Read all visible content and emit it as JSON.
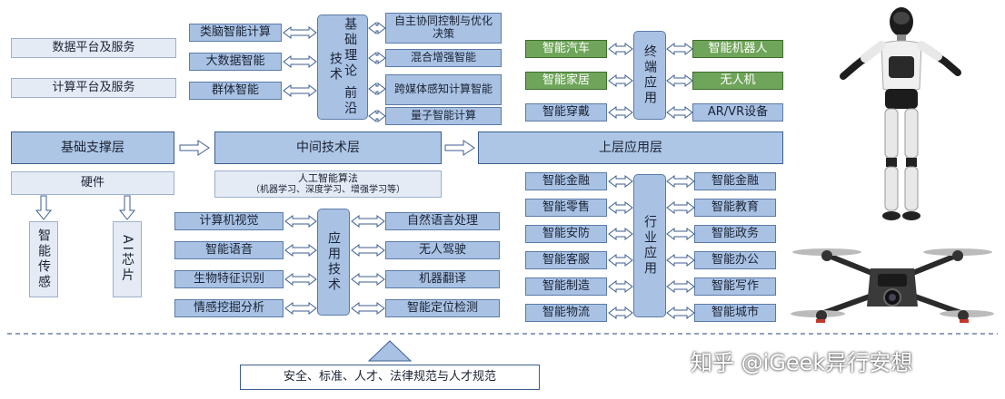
{
  "left": {
    "data_platform": "数据平台及服务",
    "compute_platform": "计算平台及服务",
    "foundation_layer": "基础支撑层",
    "hardware": "硬件",
    "smart_sensing": "智能传感",
    "ai_chip": "AI芯片"
  },
  "frontier": {
    "left_items": [
      "类脑智能计算",
      "大数据智能",
      "群体智能"
    ],
    "center": "基础理论 前沿技术",
    "right_items": [
      "自主协同控制与优化决策",
      "混合增强智能",
      "跨媒体感知计算智能",
      "量子智能计算"
    ]
  },
  "middle": {
    "layer": "中间技术层",
    "algo_line1": "人工智能算法",
    "algo_line2": "（机器学习、深度学习、增强学习等）"
  },
  "app_tech": {
    "left_items": [
      "计算机视觉",
      "智能语音",
      "生物特征识别",
      "情感挖掘分析"
    ],
    "center": "应用技术",
    "right_items": [
      "自然语言处理",
      "无人驾驶",
      "机器翻译",
      "智能定位检测"
    ]
  },
  "terminal": {
    "left_items": [
      "智能汽车",
      "智能家居",
      "智能穿戴"
    ],
    "center": "终端应用",
    "right_items": [
      "智能机器人",
      "无人机",
      "AR/VR设备"
    ]
  },
  "upper": {
    "layer": "上层应用层"
  },
  "industry": {
    "left_items": [
      "智能金融",
      "智能零售",
      "智能安防",
      "智能客服",
      "智能制造",
      "智能物流"
    ],
    "center": "行业应用",
    "right_items": [
      "智能金融",
      "智能教育",
      "智能政务",
      "智能办公",
      "智能写作",
      "智能城市"
    ]
  },
  "bottom": {
    "base": "安全、标准、人才、法律规范与人才规范"
  },
  "watermark": "知乎 @iGeek异行安想",
  "colors": {
    "accent_blue": "#a9c2e4",
    "green": "#6fa55a",
    "dark_border": "#3c5d8f"
  }
}
